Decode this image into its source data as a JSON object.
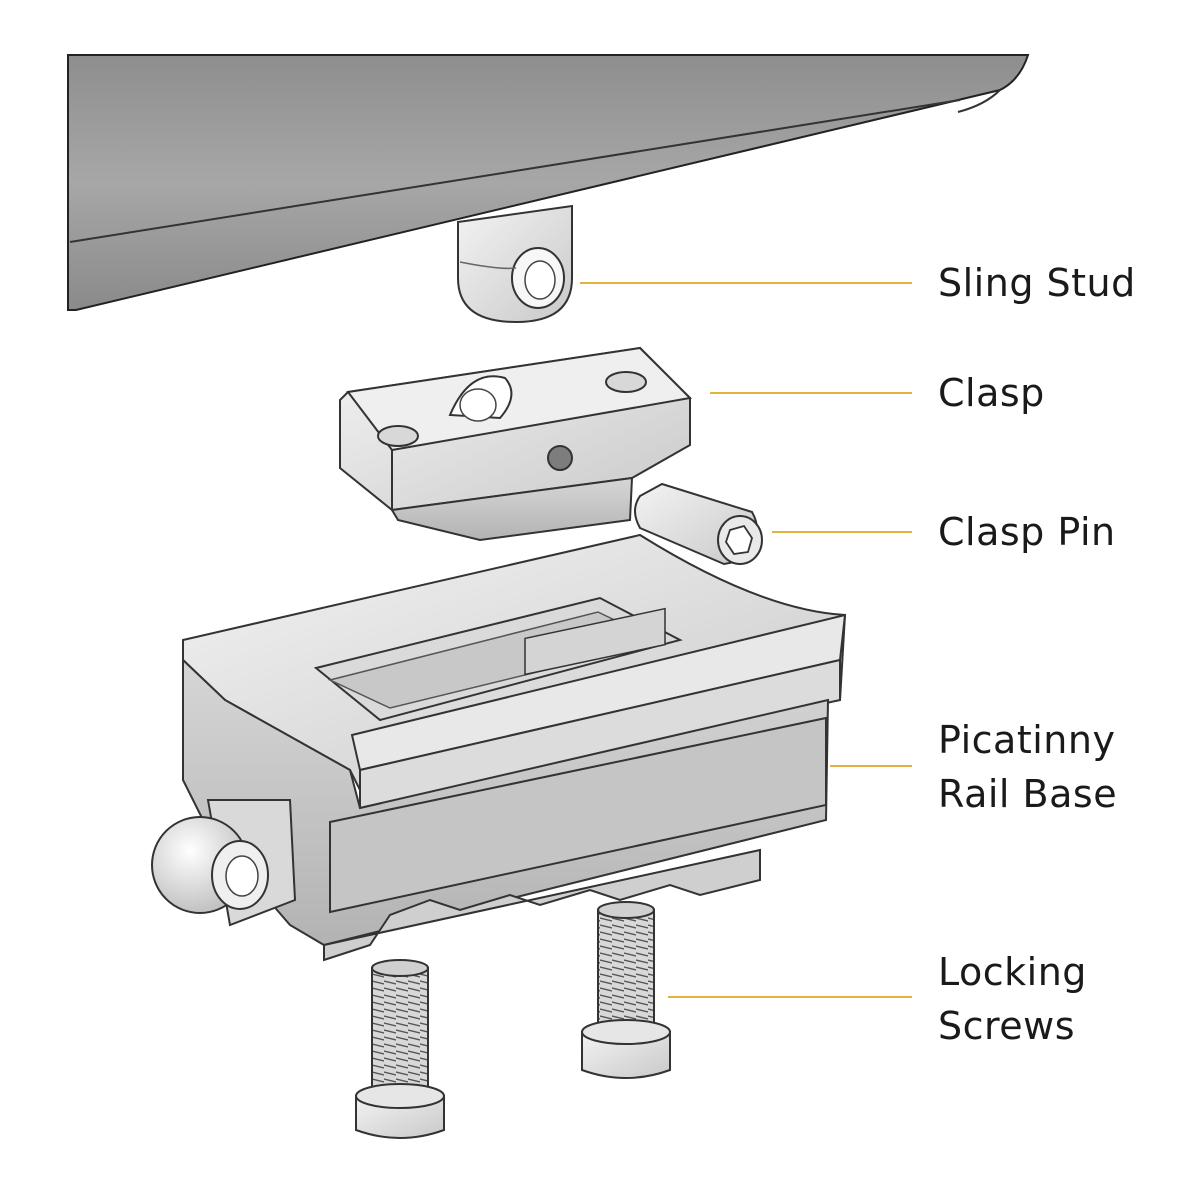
{
  "diagram": {
    "accent_color": "#e2b33d",
    "labels": {
      "sling_stud": "Sling Stud",
      "clasp": "Clasp",
      "clasp_pin": "Clasp Pin",
      "rail_base_line1": "Picatinny",
      "rail_base_line2": "Rail Base",
      "screws_line1": "Locking",
      "screws_line2": "Screws"
    }
  }
}
